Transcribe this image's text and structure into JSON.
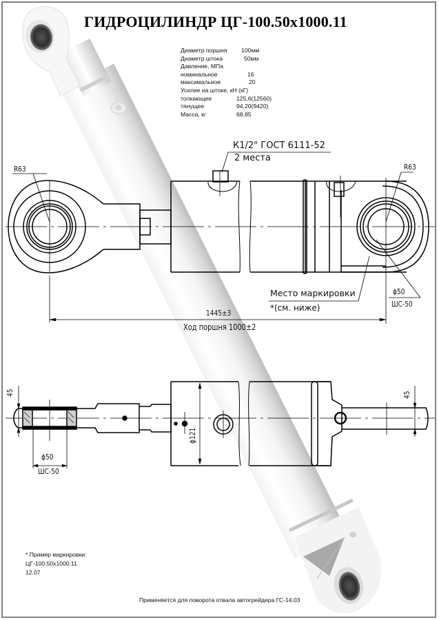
{
  "title": "ГИДРОЦИЛИНДР  ЦГ-100.50x1000.11",
  "specs": [
    {
      "label": "Диаметр поршня",
      "value": "100мм"
    },
    {
      "label": "Диаметр штока",
      "value": "50мм"
    },
    {
      "label": "Давление, МПа",
      "value": ""
    },
    {
      "label": "номинальное",
      "value": "16"
    },
    {
      "label": "максимальное",
      "value": "20"
    },
    {
      "label": "Усилие на штоке, кН (кГ)",
      "value": ""
    },
    {
      "label": "толкающее",
      "value": "125,6(12560)"
    },
    {
      "label": "тянущее",
      "value": "94,20(9420)"
    },
    {
      "label": "Масса, кг",
      "value": "68,85"
    }
  ],
  "annotations": {
    "port_thread": "К1/2\" ГОСТ 6111-52",
    "port_count": "2 места",
    "radius_left": "R63",
    "radius_right": "R63",
    "marking_place": "Место маркировки",
    "marking_ref": "*(см. ниже)",
    "bore_diameter": "ϕ50",
    "bearing": "ШС-50",
    "overall_length": "1445±3",
    "stroke": "Ход поршня 1000±2",
    "width_left": "45",
    "width_right": "45",
    "body_diameter": "ϕ121",
    "bore_diameter_bottom": "ϕ50",
    "bearing_bottom": "ШС-50"
  },
  "marking_example": {
    "heading": "* Пример маркировки:",
    "code": "ЦГ-100.50x1000.11",
    "date": "12.07"
  },
  "footer": "Применяется для  поворота отвала автогрейдера ГС-14.03"
}
